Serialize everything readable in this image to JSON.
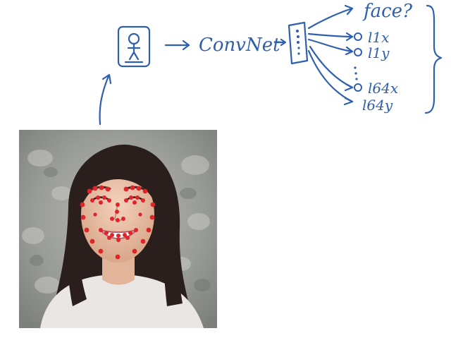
{
  "ink_color": "#2f5fb0",
  "landmark_color": "#e0242a",
  "labels": {
    "convnet": "ConvNet",
    "face": "face?",
    "l1x": "l1x",
    "l1y": "l1y",
    "l64x": "l64x",
    "l64y": "l64y"
  },
  "photo": {
    "subject": "woman smiling with facial landmark points",
    "landmark_count": 64
  }
}
